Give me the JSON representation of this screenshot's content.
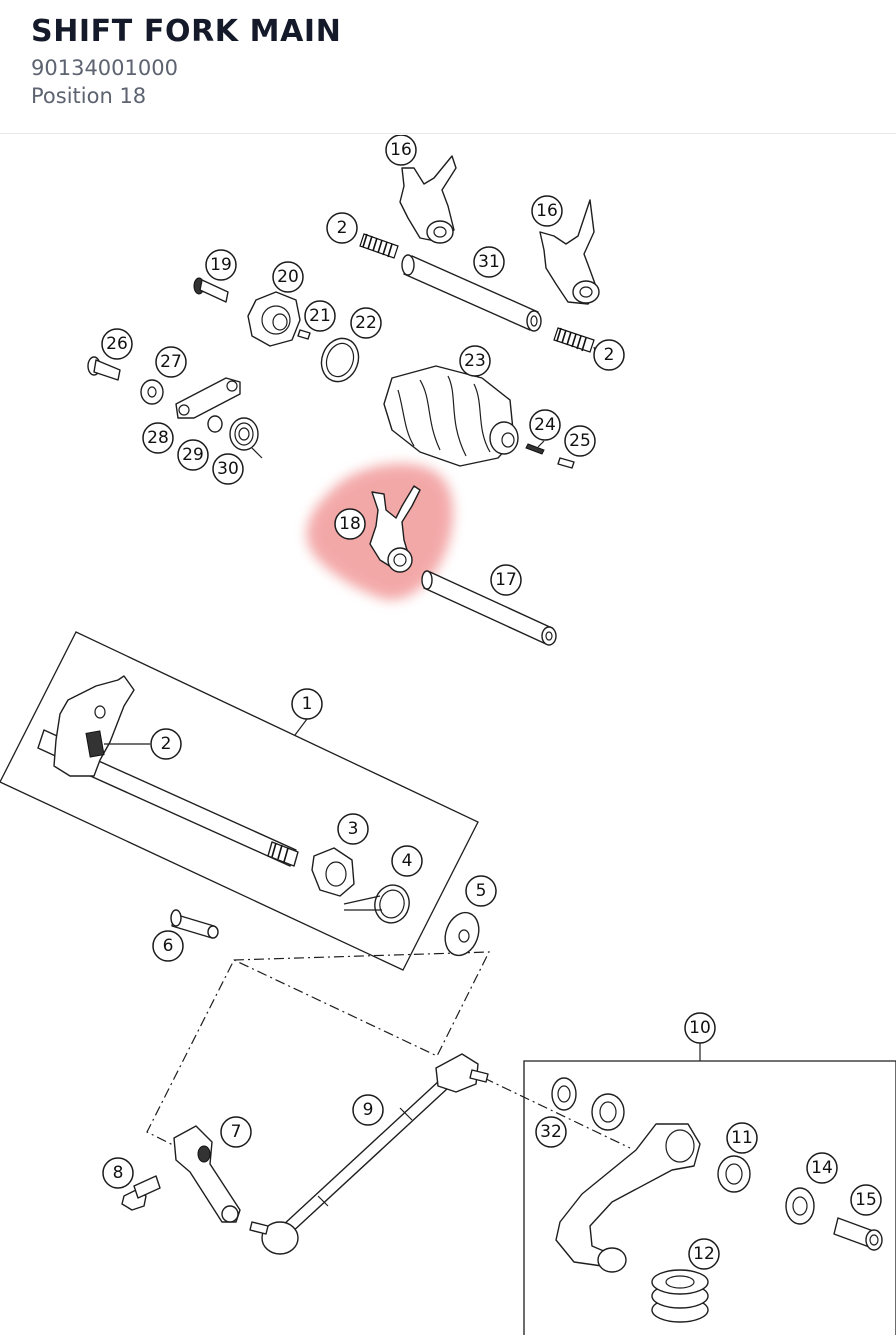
{
  "header": {
    "title": "SHIFT FORK MAIN",
    "part_number": "90134001000",
    "position": "Position 18"
  },
  "highlight": {
    "position_label": "18",
    "color": "#f08c8c"
  },
  "callouts": {
    "p1": "1",
    "p2a": "2",
    "p2b": "2",
    "p2c": "2",
    "p3": "3",
    "p4": "4",
    "p5": "5",
    "p6": "6",
    "p7": "7",
    "p8": "8",
    "p9": "9",
    "p10": "10",
    "p11": "11",
    "p12": "12",
    "p14": "14",
    "p15": "15",
    "p16a": "16",
    "p16b": "16",
    "p17": "17",
    "p18": "18",
    "p19": "19",
    "p20": "20",
    "p21": "21",
    "p22": "22",
    "p23": "23",
    "p24": "24",
    "p25": "25",
    "p26": "26",
    "p27": "27",
    "p28": "28",
    "p29": "29",
    "p30": "30",
    "p31": "31",
    "p32": "32"
  }
}
